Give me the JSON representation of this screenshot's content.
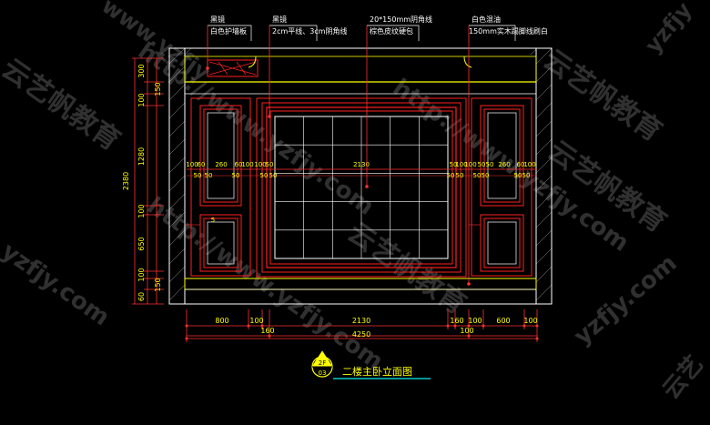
{
  "annotations": {
    "a1_line1": "黑镜",
    "a1_line2": "白色护墙板",
    "a2_line1": "黑镜",
    "a2_line2": "2cm平线、3cm阴角线",
    "a3_line1": "20*150mm阴角线",
    "a3_line2": "棕色皮纹硬包",
    "a4_line1": "白色混油",
    "a4_line2": "150mm实木踢脚线刷白"
  },
  "left_dims": {
    "total": "2380",
    "d300": "300",
    "d150a": "150",
    "d100a": "100",
    "d1280": "1280",
    "d100b": "100",
    "d650": "650",
    "d100c": "100",
    "d60": "60",
    "d150b": "150"
  },
  "bottom_dims": {
    "d800": "800",
    "d100a": "100",
    "d2130": "2130",
    "d160a": "160",
    "d100b": "100",
    "d600": "600",
    "d100c": "100",
    "d160b": "160",
    "d100d": "100",
    "total": "4250"
  },
  "inner_dims": {
    "row1": [
      "100",
      "60",
      "260",
      "60",
      "100",
      "100",
      "50"
    ],
    "row2": [
      "50",
      "50",
      "50",
      "50",
      "50"
    ],
    "center": "2130",
    "row1_right": [
      "50",
      "100",
      "100",
      "50",
      "50",
      "260",
      "60",
      "100"
    ],
    "row2_right": [
      "50",
      "50",
      "50",
      "50",
      "50",
      "50"
    ],
    "small_5": "5"
  },
  "title_block": {
    "floor": "2F",
    "number": "03",
    "title": "二楼主卧立面图"
  },
  "watermarks": {
    "brand": "云艺帆教育",
    "url": "http://www.yzfjy.com",
    "short_url": "yzfjy.com",
    "frag_top": "www.yzfjy",
    "frag_right": "yzfjy",
    "frag_corner": "云艺"
  },
  "colors": {
    "background": "#000000",
    "wall": "#ffffff",
    "panel": "#ff2020",
    "accent": "#ffff00",
    "dim": "#ff3030",
    "label": "#ffffff",
    "title_ring": "#ffff00"
  }
}
